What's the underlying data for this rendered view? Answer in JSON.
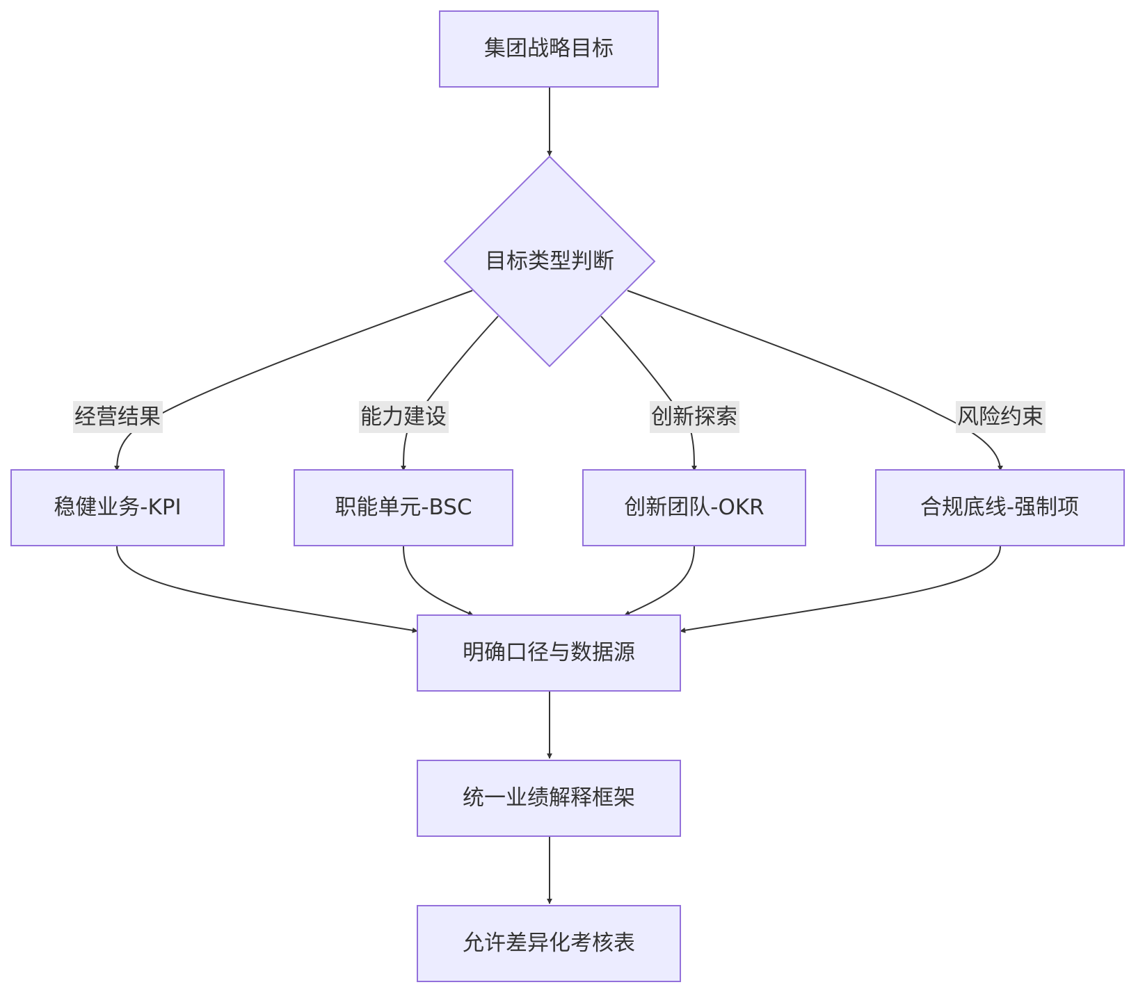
{
  "nodes": {
    "goal": "集团战略目标",
    "decision": "目标类型判断",
    "kpi": "稳健业务-KPI",
    "bsc": "职能单元-BSC",
    "okr": "创新团队-OKR",
    "mandatory": "合规底线-强制项",
    "caliber": "明确口径与数据源",
    "framework": "统一业绩解释框架",
    "table": "允许差异化考核表"
  },
  "edge_labels": {
    "operating": "经营结果",
    "capability": "能力建设",
    "innovation": "创新探索",
    "risk": "风险约束"
  },
  "colors": {
    "node_fill": "#ececff",
    "node_stroke": "#9370db",
    "edge": "#333333",
    "label_bg": "#e8e8e8"
  }
}
